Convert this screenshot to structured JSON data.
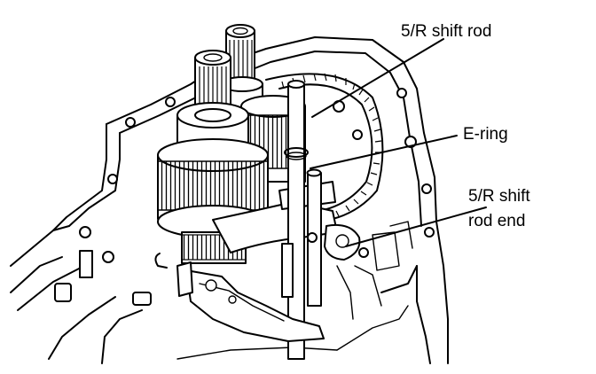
{
  "callouts": {
    "shift_rod": "5/R shift rod",
    "e_ring": "E-ring",
    "rod_end_line1": "5/R shift",
    "rod_end_line2": "rod end"
  }
}
